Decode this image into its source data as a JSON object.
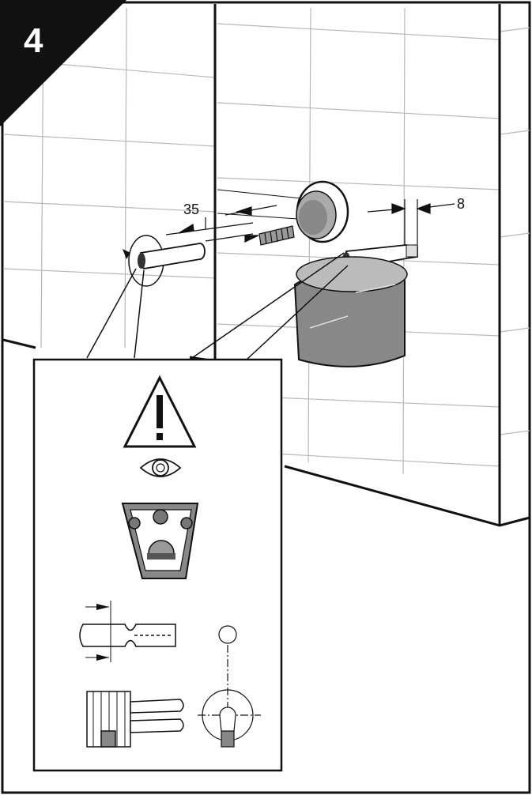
{
  "step": {
    "number": "4"
  },
  "dimensions": {
    "rod_length": "35",
    "offset": "8"
  },
  "icons": [
    "warning-triangle-icon",
    "eye-icon",
    "bracket-icon"
  ],
  "colors": {
    "line": "#111111",
    "tile": "#b8b8b8",
    "shade": "#888888",
    "badge": "#111111"
  }
}
